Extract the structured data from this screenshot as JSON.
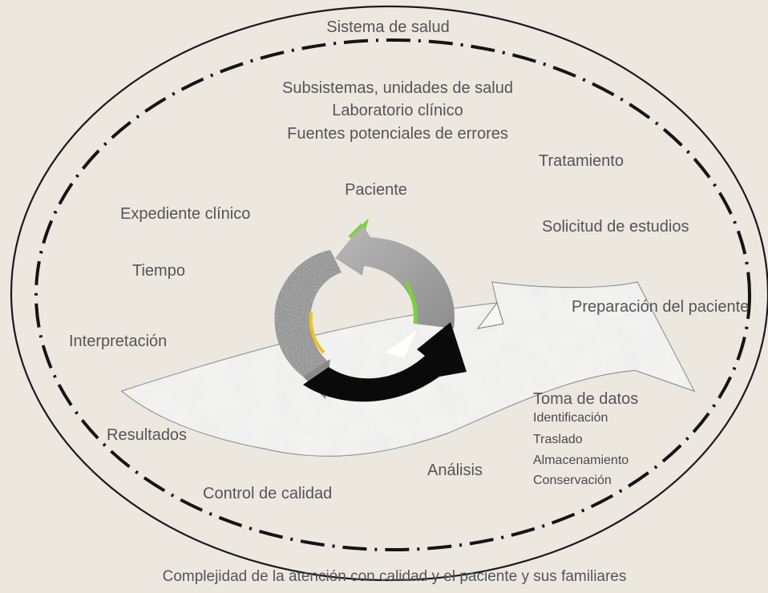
{
  "outer_title": "Sistema de salud",
  "inner_heading": {
    "line1": "Subsistemas, unidades de salud",
    "line2": "Laboratorio clínico",
    "line3": "Fuentes potenciales de errores"
  },
  "center_label": "Paciente",
  "left_labels": {
    "expediente": "Expediente clínico",
    "tiempo": "Tiempo",
    "interpretacion": "Interpretación",
    "resultados": "Resultados",
    "control": "Control de calidad"
  },
  "right_labels": {
    "tratamiento": "Tratamiento",
    "solicitud": "Solicitud de estudios",
    "preparacion": "Preparación del paciente",
    "analisis": "Análisis"
  },
  "toma": {
    "title": "Toma de datos",
    "items": [
      "Identificación",
      "Traslado",
      "Almacenamiento",
      "Conservación"
    ]
  },
  "footer": "Complejidad de la atención con calidad y el paciente y sus familiares",
  "colors": {
    "background": "#ece8e0",
    "ellipse_stroke": "#1a1a1a",
    "text": "#555555",
    "arrow_green": "#7bd13a",
    "arrow_yellow": "#f0c020",
    "arrow_gray": "#9a9a9a",
    "arrow_black": "#0a0a0a"
  }
}
